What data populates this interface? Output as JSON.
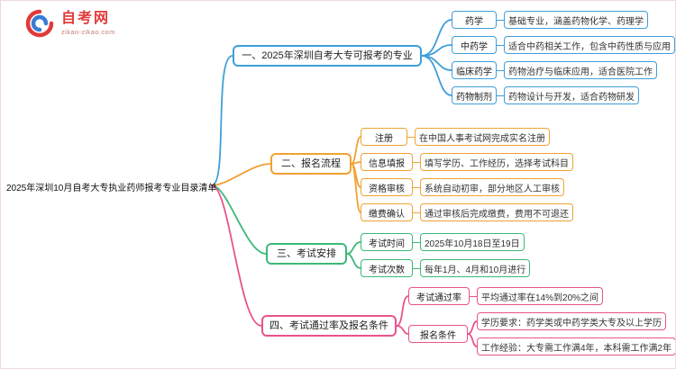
{
  "logo": {
    "name": "自考网",
    "domain": "zikao-zikao.com"
  },
  "root": {
    "title": "2025年深圳10月自考大专执业药师报考专业目录清单"
  },
  "branches": [
    {
      "label": "一、2025年深圳自考大专可报考的专业",
      "color": "#3f9fd8",
      "children": [
        {
          "label": "药学",
          "desc": "基础专业，涵盖药物化学、药理学"
        },
        {
          "label": "中药学",
          "desc": "适合中药相关工作，包含中药性质与应用"
        },
        {
          "label": "临床药学",
          "desc": "药物治疗与临床应用，适合医院工作"
        },
        {
          "label": "药物制剂",
          "desc": "药物设计与开发，适合药物研发"
        }
      ]
    },
    {
      "label": "二、报名流程",
      "color": "#f0a232",
      "children": [
        {
          "label": "注册",
          "desc": "在中国人事考试网完成实名注册"
        },
        {
          "label": "信息填报",
          "desc": "填写学历、工作经历，选择考试科目"
        },
        {
          "label": "资格审核",
          "desc": "系统自动初审，部分地区人工审核"
        },
        {
          "label": "缴费确认",
          "desc": "通过审核后完成缴费，费用不可退还"
        }
      ]
    },
    {
      "label": "三、考试安排",
      "color": "#3cb878",
      "children": [
        {
          "label": "考试时间",
          "desc": "2025年10月18日至19日"
        },
        {
          "label": "考试次数",
          "desc": "每年1月、4月和10月进行"
        }
      ]
    },
    {
      "label": "四、考试通过率及报名条件",
      "color": "#e8538c",
      "children": [
        {
          "label": "考试通过率",
          "desc": "平均通过率在14%到20%之间"
        },
        {
          "label": "报名条件",
          "descs": [
            "学历要求：药学类或中药学类大专及以上学历",
            "工作经验：大专需工作满4年，本科需工作满2年"
          ]
        }
      ]
    }
  ]
}
